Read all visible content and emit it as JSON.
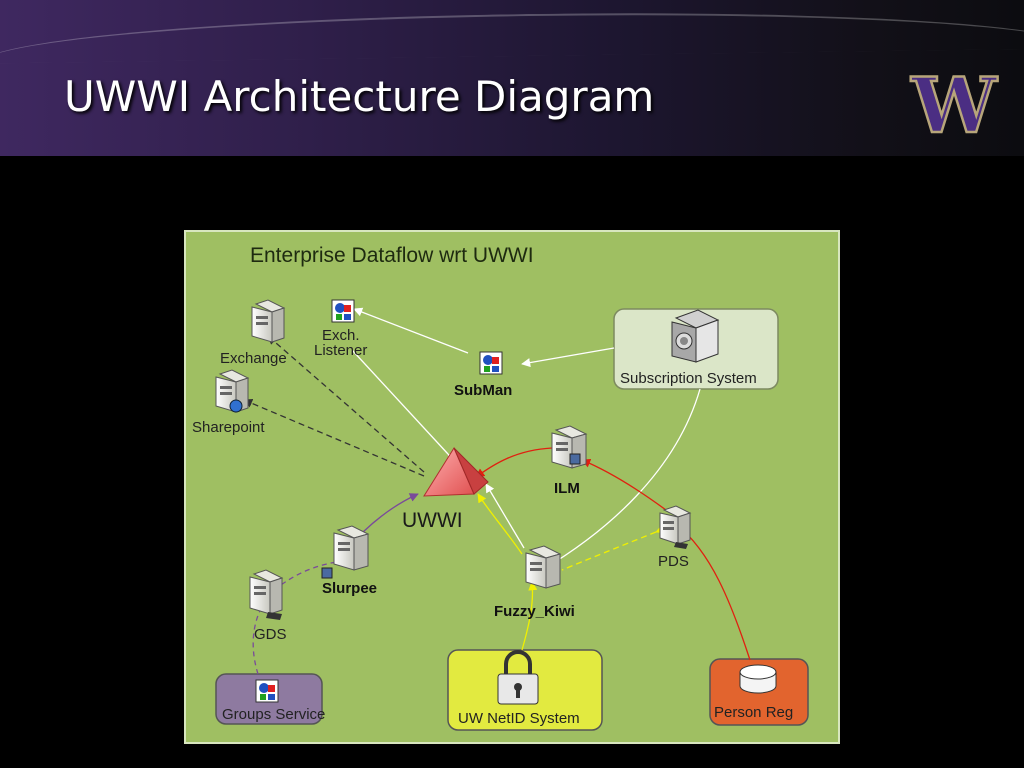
{
  "slide": {
    "title": "UWWI Architecture Diagram",
    "logo_letter": "W",
    "colors": {
      "accent_purple": "#4b2e83",
      "panel_green": "#9fbf62"
    }
  },
  "diagram": {
    "title": "Enterprise Dataflow wrt UWWI",
    "nodes": {
      "exchange": "Exchange",
      "exch_listener": [
        "Exch.",
        "Listener"
      ],
      "submain": "SubMan",
      "subscription": "Subscription System",
      "sharepoint": "Sharepoint",
      "uwwi": "UWWI",
      "ilm": "ILM",
      "pds": "PDS",
      "slurpee": "Slurpee",
      "gds": "GDS",
      "fuzzy_kiwi": "Fuzzy_Kiwi",
      "groups_service": "Groups Service",
      "netid": "UW NetID System",
      "person_reg": "Person Reg"
    }
  }
}
